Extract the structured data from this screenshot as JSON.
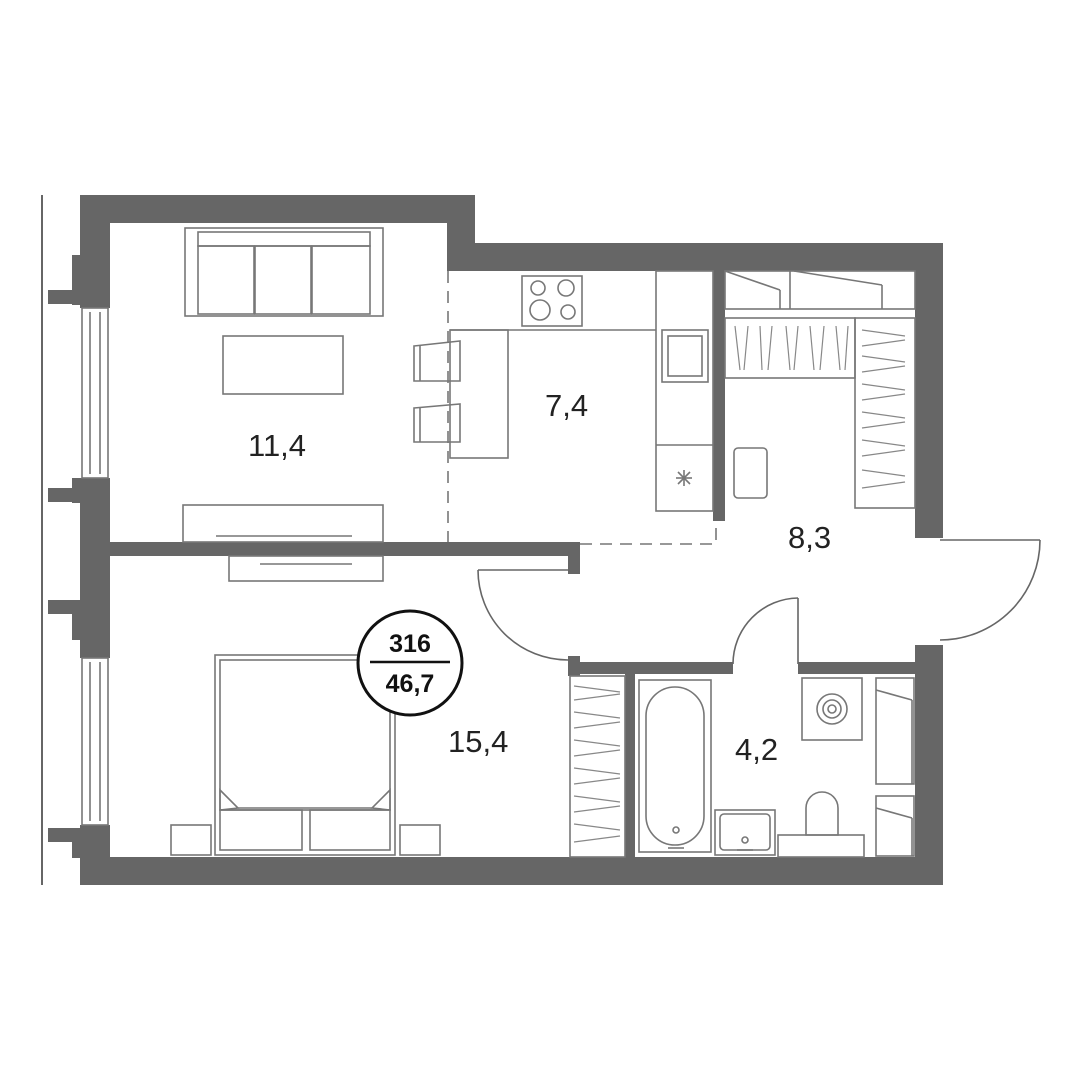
{
  "rooms": {
    "living_room": "11,4",
    "kitchen": "7,4",
    "hallway": "8,3",
    "bedroom": "15,4",
    "bathroom": "4,2"
  },
  "apartment_badge": {
    "number": "316",
    "total_area": "46,7"
  },
  "colors": {
    "wall": "#666666",
    "line": "#777777",
    "background": "#ffffff"
  }
}
